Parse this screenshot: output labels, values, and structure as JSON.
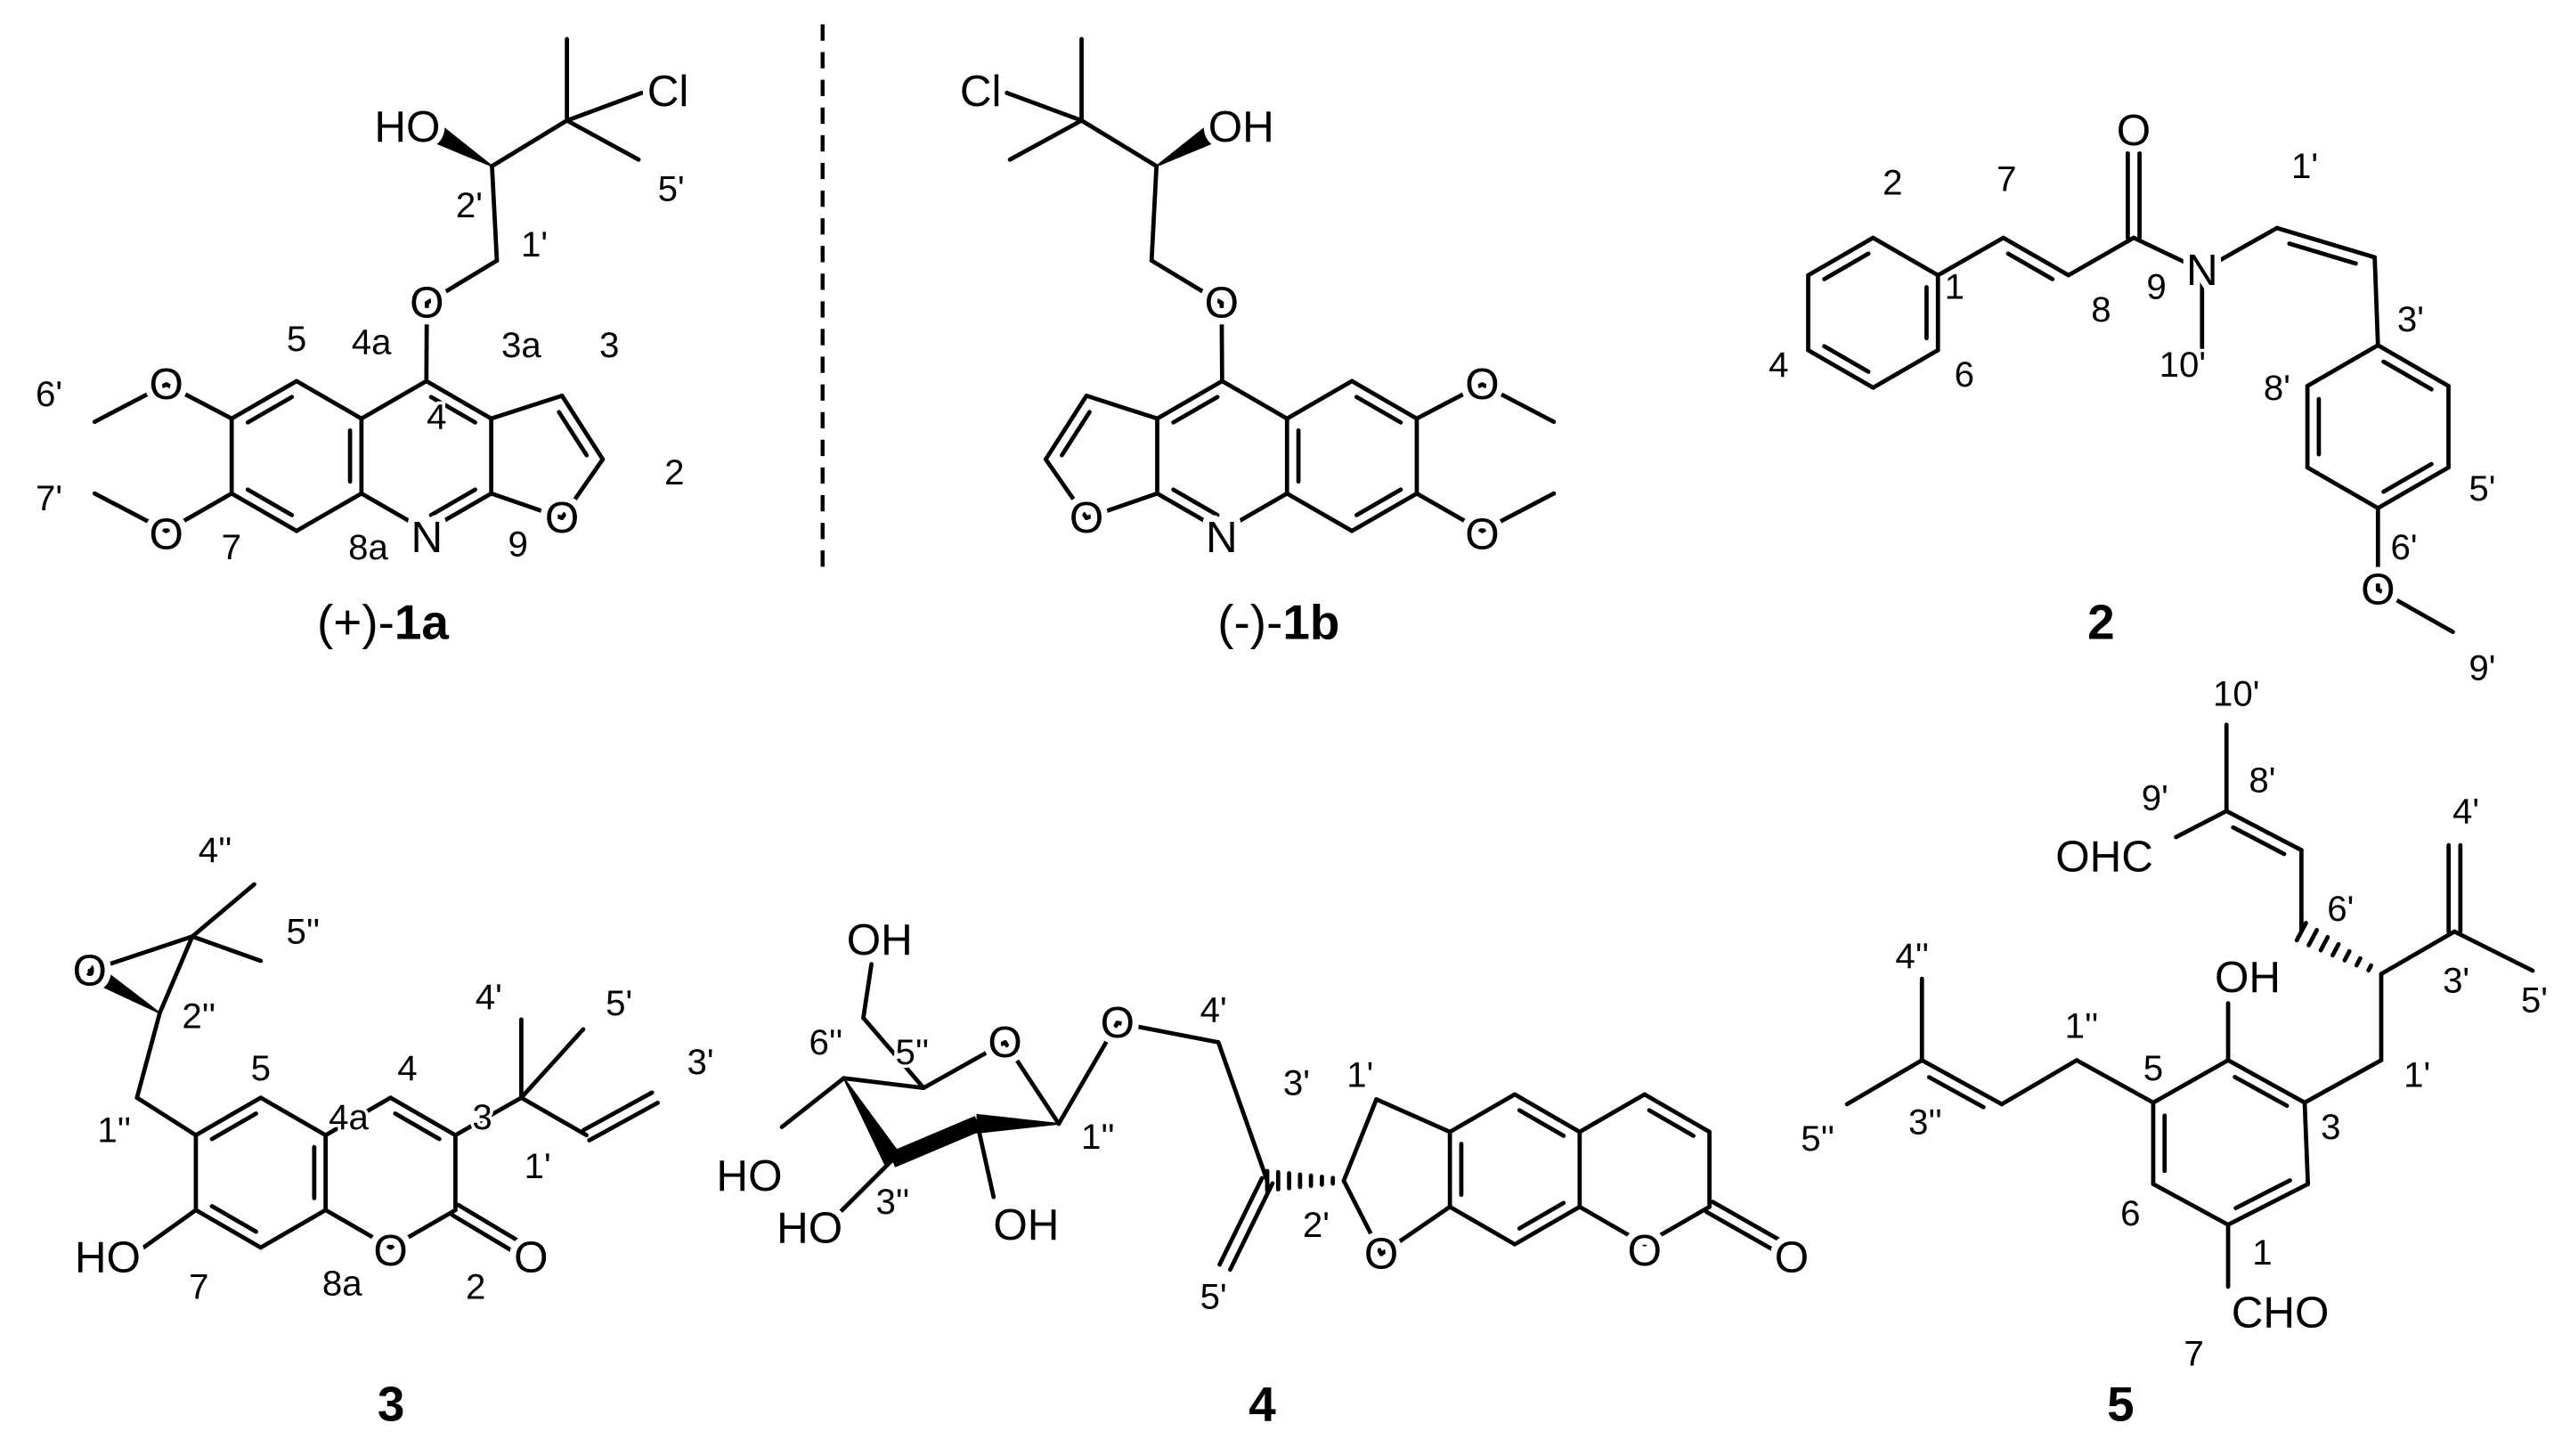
{
  "compounds": [
    {
      "name_prefix": "(+)-",
      "name_bold": "1a",
      "atom_labels": [
        "HO",
        "Cl",
        "O",
        "O",
        "O",
        "N",
        "O"
      ],
      "locants": [
        "5",
        "4a",
        "4",
        "3a",
        "3",
        "2",
        "9",
        "8a",
        "7",
        "6'",
        "7'",
        "1'",
        "2'",
        "5'"
      ]
    },
    {
      "name_prefix": "(-)-",
      "name_bold": "1b",
      "atom_labels": [
        "Cl",
        "OH",
        "O",
        "O",
        "O",
        "N",
        "O"
      ],
      "locants": []
    },
    {
      "name_prefix": "",
      "name_bold": "2",
      "atom_labels": [
        "O",
        "N",
        "O"
      ],
      "locants": [
        "2",
        "7",
        "1",
        "4",
        "6",
        "8",
        "9",
        "1'",
        "10'",
        "3'",
        "8'",
        "5'",
        "6'",
        "9'"
      ]
    },
    {
      "name_prefix": "",
      "name_bold": "3",
      "atom_labels": [
        "O",
        "HO",
        "O",
        "O"
      ],
      "locants": [
        "4''",
        "5''",
        "2''",
        "1''",
        "5",
        "4a",
        "4",
        "3",
        "4'",
        "5'",
        "1'",
        "3'",
        "7",
        "8a",
        "2"
      ]
    },
    {
      "name_prefix": "",
      "name_bold": "4",
      "atom_labels": [
        "OH",
        "O",
        "O",
        "HO",
        "HO",
        "OH",
        "O",
        "O",
        "O"
      ],
      "locants": [
        "6''",
        "5''",
        "1''",
        "3''",
        "4'",
        "3'",
        "1'",
        "2'",
        "5'"
      ]
    },
    {
      "name_prefix": "",
      "name_bold": "5",
      "atom_labels": [
        "OHC",
        "OH",
        "CHO"
      ],
      "locants": [
        "10'",
        "9'",
        "8'",
        "4'",
        "6'",
        "3'",
        "5'",
        "4''",
        "1''",
        "5",
        "3",
        "1'",
        "3''",
        "5''",
        "6",
        "1",
        "7"
      ]
    }
  ],
  "colors": {
    "ink": "#000000",
    "background": "#ffffff"
  }
}
